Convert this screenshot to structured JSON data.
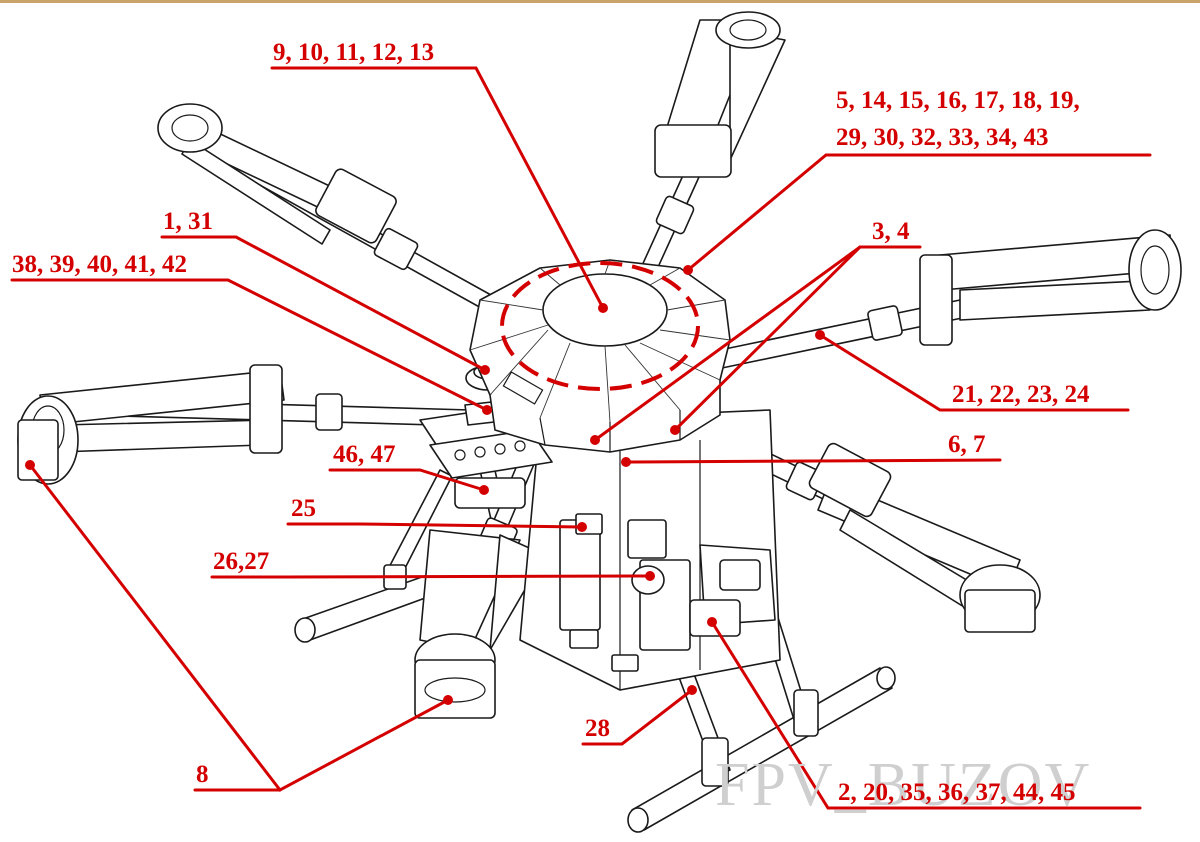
{
  "callouts": [
    {
      "id": "c-9-13",
      "text": "9, 10, 11, 12, 13"
    },
    {
      "id": "c-5-19",
      "text": "5, 14, 15, 16, 17, 18, 19,"
    },
    {
      "id": "c-29-43",
      "text": "29, 30, 32, 33, 34, 43"
    },
    {
      "id": "c-1-31",
      "text": "1, 31"
    },
    {
      "id": "c-38-42",
      "text": "38, 39, 40, 41, 42"
    },
    {
      "id": "c-3-4",
      "text": "3, 4"
    },
    {
      "id": "c-21-24",
      "text": "21, 22, 23, 24"
    },
    {
      "id": "c-6-7",
      "text": "6, 7"
    },
    {
      "id": "c-46-47",
      "text": "46, 47"
    },
    {
      "id": "c-25",
      "text": "25"
    },
    {
      "id": "c-26-27",
      "text": "26,27"
    },
    {
      "id": "c-28",
      "text": "28"
    },
    {
      "id": "c-8",
      "text": "8"
    },
    {
      "id": "c-2-45",
      "text": "2, 20, 35, 36, 37, 44, 45"
    }
  ],
  "watermark": "FPV_BUZOV",
  "colors": {
    "callout": "#d40000",
    "line_art": "#1a1a1a",
    "watermark": "#cfcfcf"
  }
}
